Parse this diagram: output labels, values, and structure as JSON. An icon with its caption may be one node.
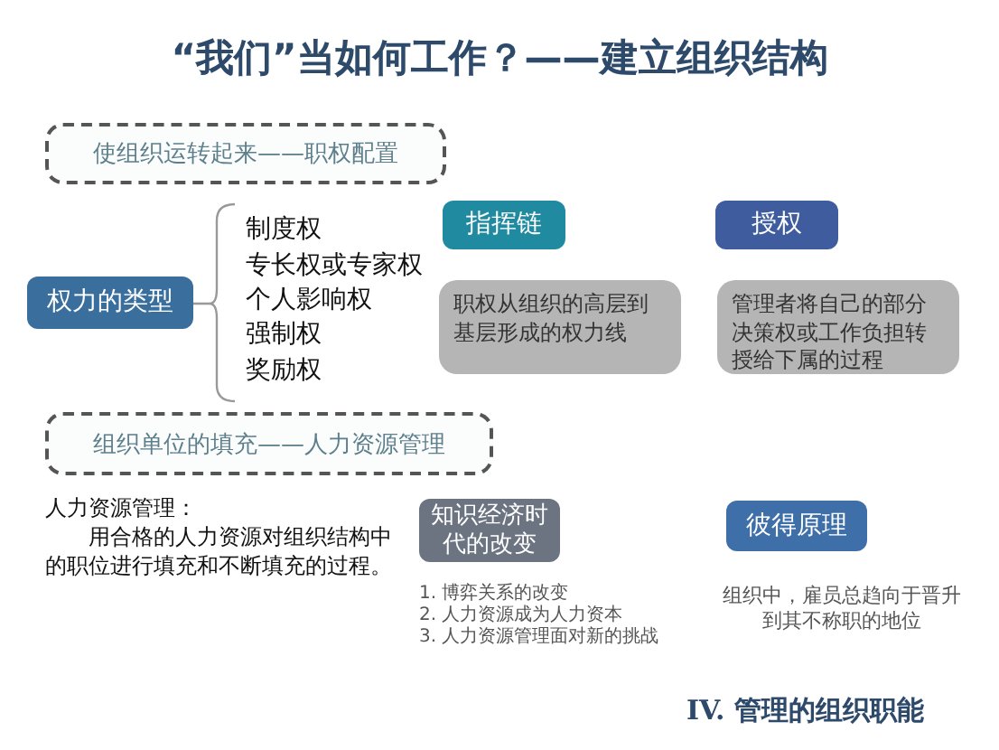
{
  "diagram": {
    "title": "“我们”当如何工作？——建立组织结构",
    "nodes": [
      {
        "text": [
          "使组织运转起来——职权配置"
        ]
      },
      {
        "text": [
          "权力的类型"
        ]
      },
      {
        "text": [
          "指挥链"
        ]
      },
      {
        "text": [
          "职权从组织的高层到基层形成的权力线"
        ]
      },
      {
        "text": [
          "授权"
        ]
      },
      {
        "text": [
          "管理者将自己的部分决策权或工作负担转授给下属的过程"
        ]
      },
      {
        "text": [
          "组织单位的填充——人力资源管理"
        ]
      },
      {
        "text": [
          "知识经济时代的改变"
        ]
      },
      {
        "text": [
          "彼得原理"
        ]
      }
    ],
    "labels": [
      "制度权",
      "专长权或专家权",
      "个人影响权",
      "强制权",
      "奖励权",
      "人力资源管理：",
      "用合格的人力资源对组织结构中的职位进行填充和不断填充的过程。",
      "1. 博弈关系的改变",
      "2. 人力资源成为人力资本",
      "3. 人力资源管理面对新的挑战",
      "组织中，雇员总趋向于晋升到其不称职的地位",
      "IV. 管理的组织职能"
    ]
  }
}
